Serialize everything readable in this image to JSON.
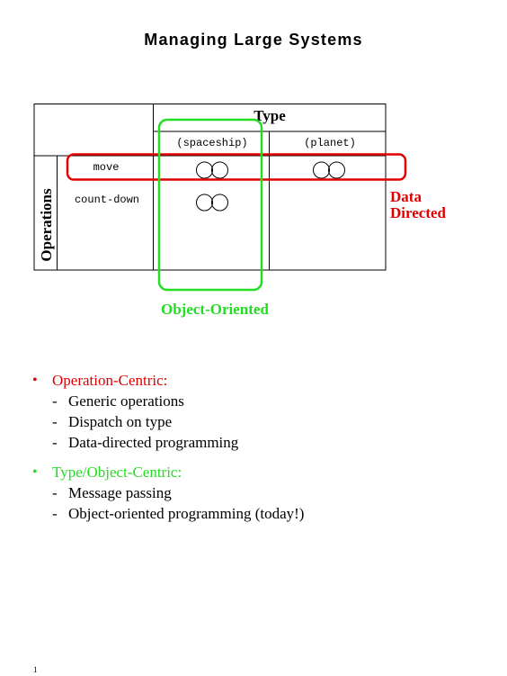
{
  "title": "Managing Large Systems",
  "table": {
    "type_header": "Type",
    "columns": [
      "(spaceship)",
      "(planet)"
    ],
    "operations_header": "Operations",
    "rows": [
      "move",
      "count-down"
    ]
  },
  "labels": {
    "data_directed_line1": "Data",
    "data_directed_line2": "Directed",
    "object_oriented": "Object-Oriented"
  },
  "colors": {
    "red": "#e00000",
    "green": "#22dd22"
  },
  "bullets": [
    {
      "heading": "Operation-Centric:",
      "color": "red",
      "items": [
        "Generic operations",
        "Dispatch on type",
        "Data-directed programming"
      ]
    },
    {
      "heading": "Type/Object-Centric:",
      "color": "green",
      "items": [
        "Message passing",
        "Object-oriented programming (today!)"
      ]
    }
  ],
  "bullet_glyph": "•",
  "dash_glyph": "-",
  "page_mark": "1"
}
